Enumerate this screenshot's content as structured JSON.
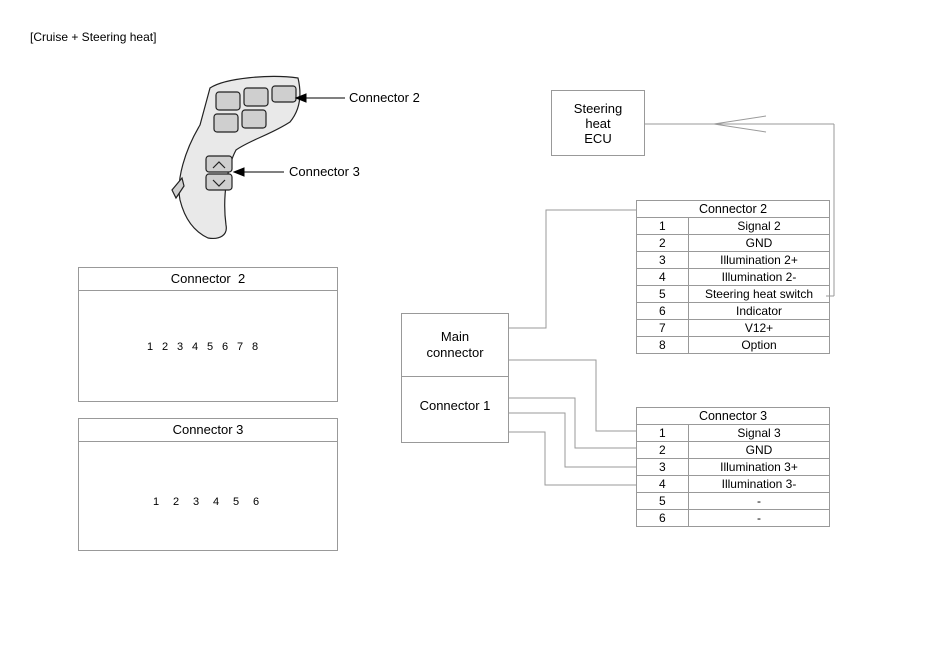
{
  "title": "[Cruise + Steering heat]",
  "callouts": {
    "connector2": "Connector 2",
    "connector3": "Connector 3"
  },
  "pin_diagram_2": {
    "title": "Connector  2",
    "pins": [
      "1",
      "2",
      "3",
      "4",
      "5",
      "6",
      "7",
      "8"
    ]
  },
  "pin_diagram_3": {
    "title": "Connector 3",
    "pins": [
      "1",
      "2",
      "3",
      "4",
      "5",
      "6"
    ]
  },
  "ecu": {
    "label": "Steering\nheat\nECU"
  },
  "main_block": {
    "top_label": "Main\nconnector",
    "bottom_label": "Connector 1"
  },
  "table_connector2": {
    "title": "Connector 2",
    "rows": [
      {
        "pin": "1",
        "signal": "Signal 2"
      },
      {
        "pin": "2",
        "signal": "GND"
      },
      {
        "pin": "3",
        "signal": "Illumination 2+"
      },
      {
        "pin": "4",
        "signal": "Illumination 2-"
      },
      {
        "pin": "5",
        "signal": "Steering heat switch"
      },
      {
        "pin": "6",
        "signal": "Indicator"
      },
      {
        "pin": "7",
        "signal": "V12+"
      },
      {
        "pin": "8",
        "signal": "Option"
      }
    ]
  },
  "table_connector3": {
    "title": "Connector 3",
    "rows": [
      {
        "pin": "1",
        "signal": "Signal 3"
      },
      {
        "pin": "2",
        "signal": "GND"
      },
      {
        "pin": "3",
        "signal": "Illumination 3+"
      },
      {
        "pin": "4",
        "signal": "Illumination 3-"
      },
      {
        "pin": "5",
        "signal": "-"
      },
      {
        "pin": "6",
        "signal": "-"
      }
    ]
  }
}
